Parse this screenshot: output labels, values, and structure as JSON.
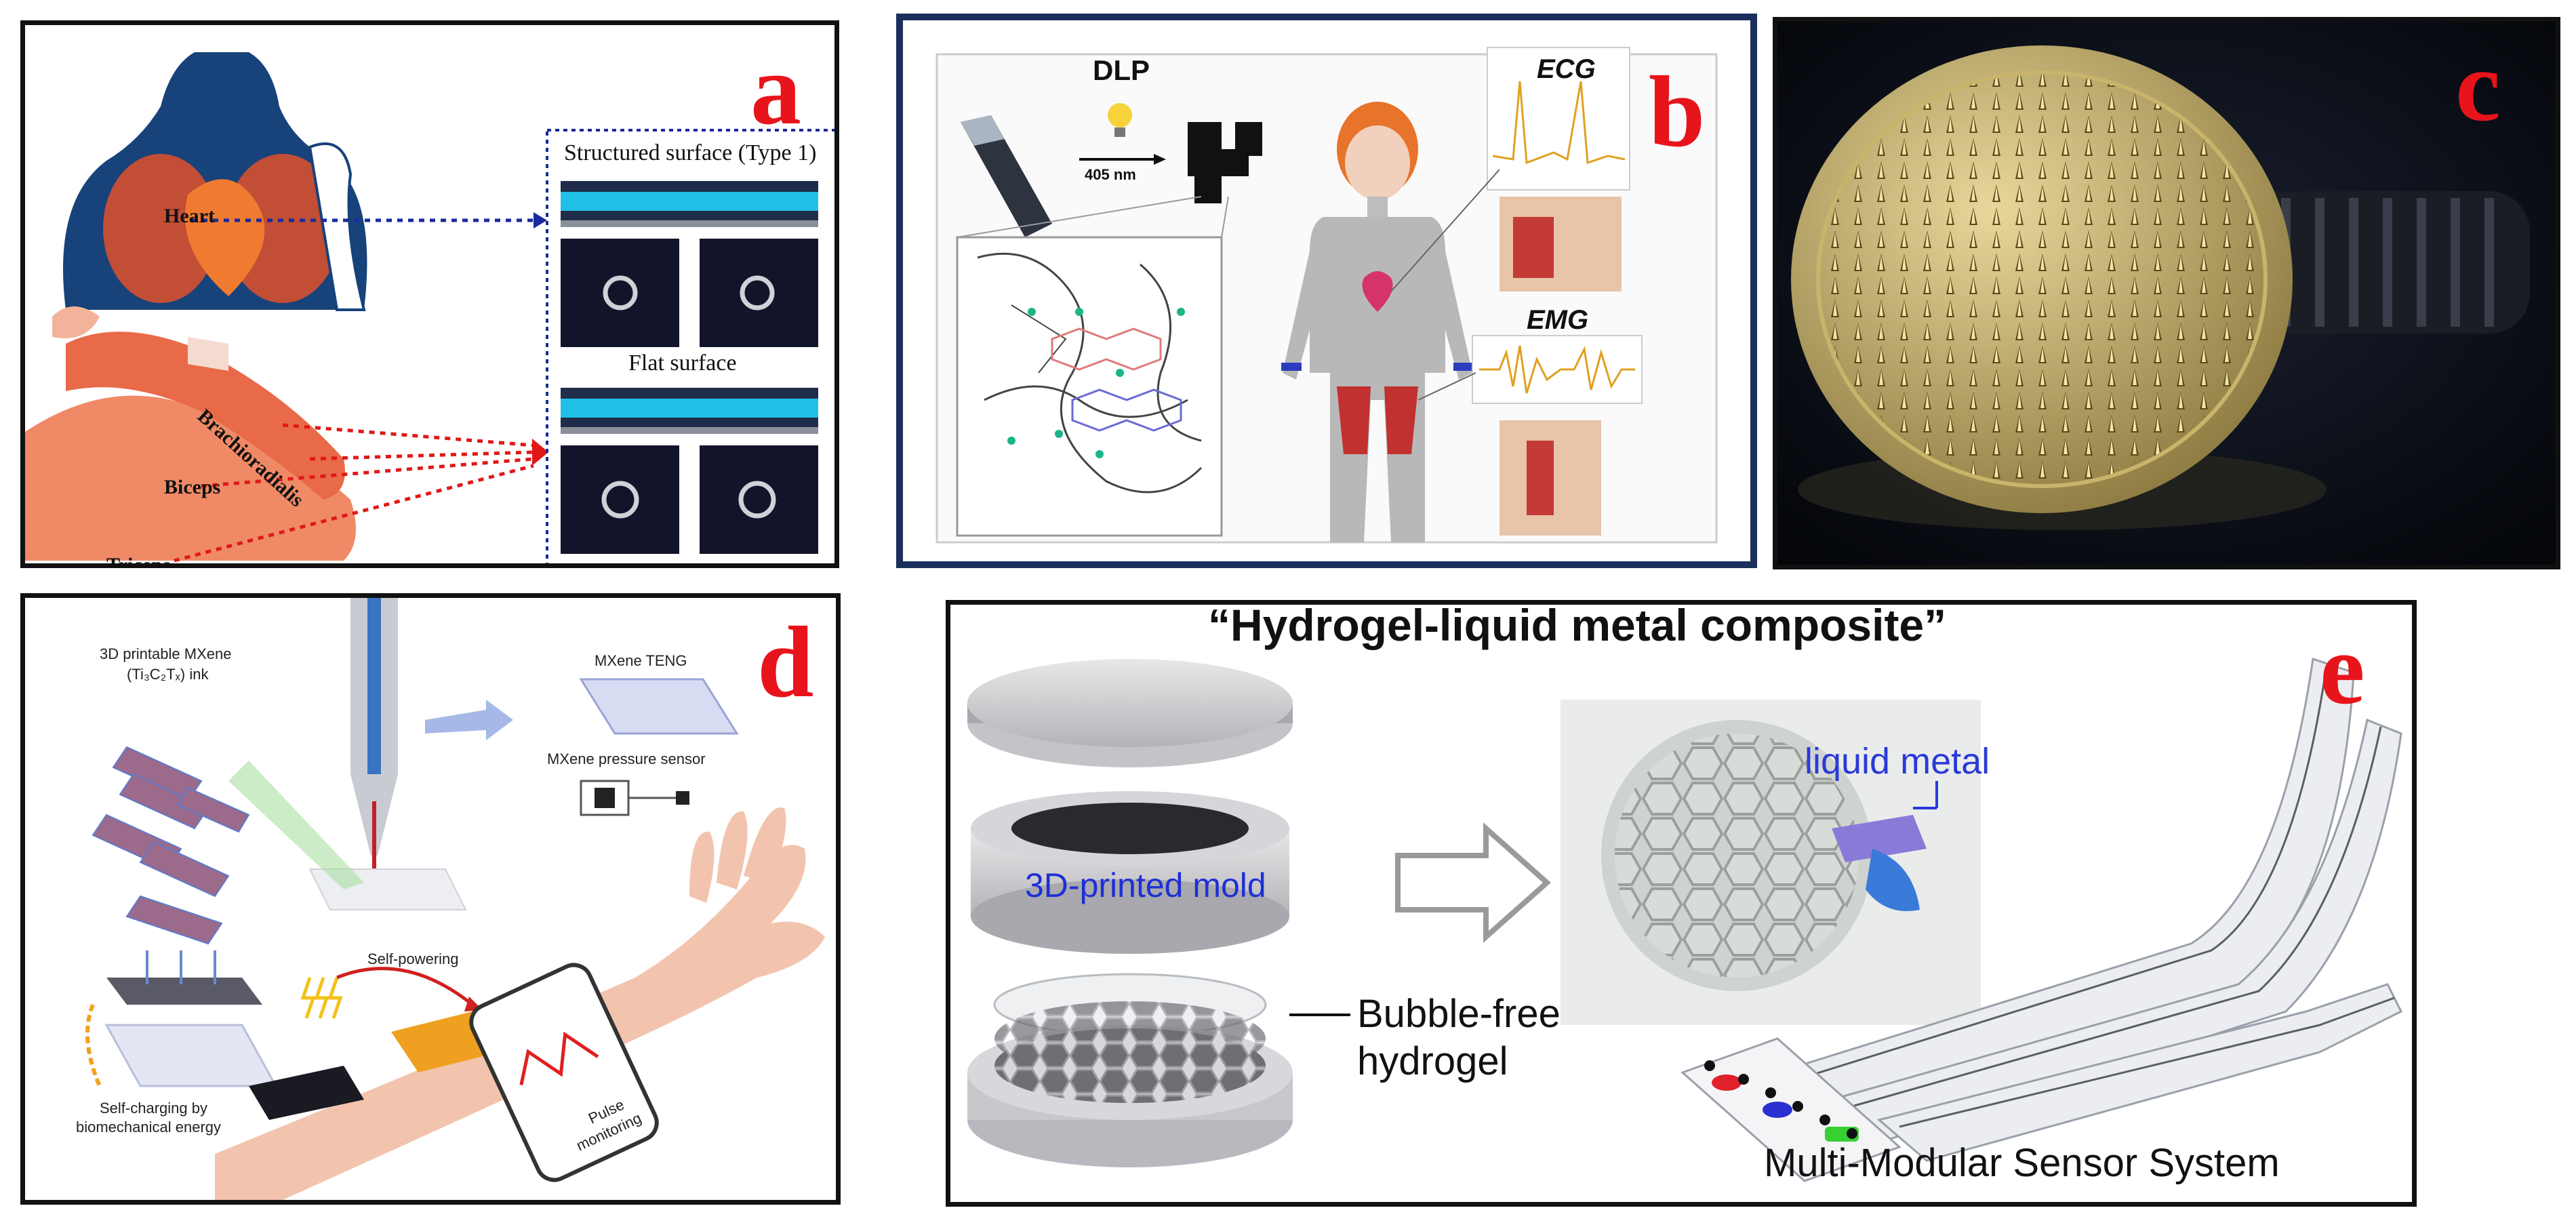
{
  "panels": {
    "a": {
      "letter": "a",
      "labels": {
        "heart": "Heart",
        "brachioradialis": "Brachioradialis",
        "biceps": "Biceps",
        "triceps": "Triceps",
        "structured": "Structured surface (Type 1)",
        "flat": "Flat surface"
      }
    },
    "b": {
      "letter": "b",
      "labels": {
        "dlp": "DLP",
        "wavelength": "405 nm",
        "ecg": "ECG",
        "emg": "EMG"
      }
    },
    "c": {
      "letter": "c"
    },
    "d": {
      "letter": "d",
      "labels": {
        "ink_line1": "3D printable MXene",
        "ink_line2": "(Ti₃C₂Tₓ) ink",
        "teng": "MXene TENG",
        "pressure": "MXene pressure sensor",
        "self_powering": "Self-powering",
        "charging_line1": "Self-charging by",
        "charging_line2": "biomechanical energy",
        "pulse_line1": "Pulse",
        "pulse_line2": "monitoring"
      }
    },
    "e": {
      "letter": "e",
      "labels": {
        "title": "“Hydrogel-liquid metal composite”",
        "mold": "3D-printed mold",
        "liquid_metal": "liquid metal",
        "hydrogel_line1": "Bubble-free",
        "hydrogel_line2": "hydrogel",
        "system": "Multi-Modular Sensor System"
      }
    }
  },
  "colors": {
    "letter_red": "#e8141b",
    "panel_b_border": "#1b2f5c",
    "dotted_blue": "#1a2a9c",
    "dotted_red": "#e01818",
    "mold_blue": "#1d2fd6",
    "liquid_metal_blue": "#2a3ad8"
  }
}
